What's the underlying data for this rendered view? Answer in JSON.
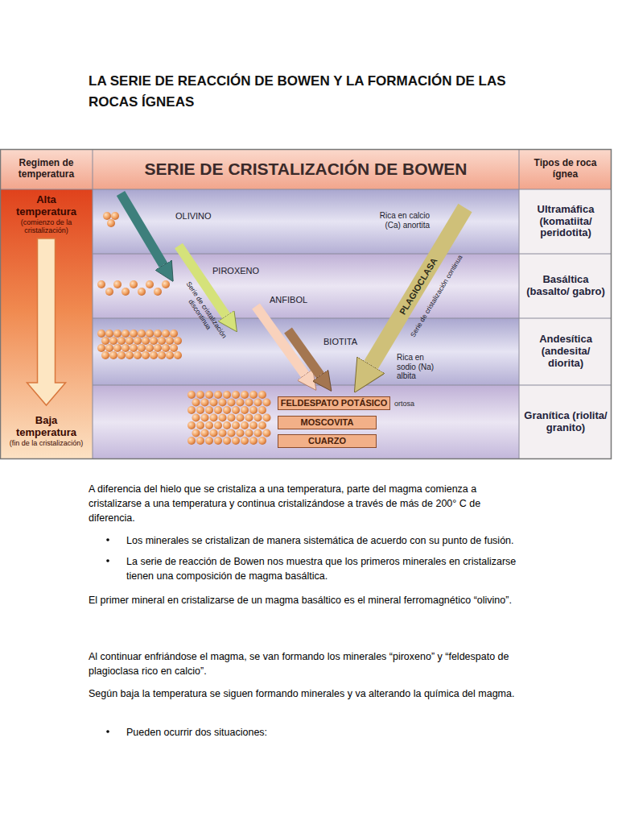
{
  "diagram": {
    "title": "LA SERIE DE REACCIÓN DE BOWEN Y LA FORMACIÓN DE LAS ROCAS ÍGNEAS",
    "nodes": [
      {
        "text": [
          "Regimen de temperatura"
        ]
      },
      {
        "text": [
          "SERIE DE CRISTALIZACIÓN DE BOWEN"
        ]
      },
      {
        "text": [
          "Tipos de roca ígnea"
        ]
      },
      {
        "text": [
          "Alta temperatura",
          "(comienzo de la cristalización)"
        ]
      },
      {
        "text": [
          "Ultramáfica (komatiita/ peridotita)"
        ]
      },
      {
        "text": [
          "Basáltica (basalto/ gabro)"
        ]
      },
      {
        "text": [
          "Andesítica (andesita/ diorita)"
        ]
      },
      {
        "text": [
          "FELDESPATO POTÁSICO"
        ]
      },
      {
        "text": [
          "MOSCOVITA"
        ]
      },
      {
        "text": [
          "CUARZO"
        ]
      },
      {
        "text": [
          "Baja temperatura",
          "(fin de la cristalización)"
        ]
      },
      {
        "text": [
          "Granítica (riolita/ granito)"
        ]
      }
    ],
    "edges": [
      {
        "from": 3,
        "to": 10,
        "arrow": "to"
      }
    ],
    "labels": [
      "OLIVINO",
      "PIROXENO",
      "ANFIBOL",
      "BIOTITA",
      "Rica en calcio (Ca) anortita",
      "PLAGIOCLASA",
      "Serie de cristalización continua",
      "Serie de cristalización discontinua",
      "Rica en sodio (Na) albita",
      "ortosa",
      "A diferencia del hielo que se cristaliza a una temperatura, parte del magma comienza a cristalizarse a una temperatura y continua cristalizándose a través de más de 200° C de diferencia.",
      "Los minerales se cristalizan de manera sistemática de acuerdo con su punto de fusión.",
      "La serie de reacción de Bowen nos muestra que los primeros minerales en cristalizarse tienen una composición de magma basáltica.",
      "El primer mineral en cristalizarse de un magma basáltico es el mineral ferromagnético “olivino”.",
      "Al continuar enfriándose el magma, se van formando los minerales “piroxeno” y “feldespato de plagioclasa rico en calcio”.",
      "Según baja la temperatura se siguen formando minerales y va alterando la química del magma.",
      "Pueden ocurrir dos situaciones:"
    ]
  }
}
